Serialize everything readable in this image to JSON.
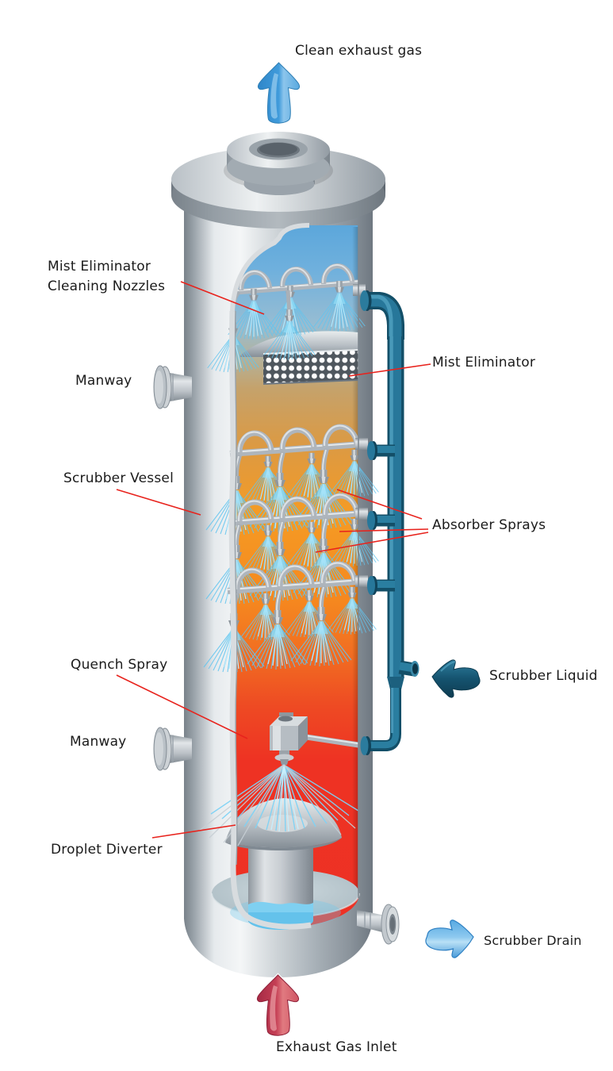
{
  "labels": {
    "clean_exhaust_gas": "Clean exhaust gas",
    "mist_eliminator_cleaning_nozzles_line1": "Mist Eliminator",
    "mist_eliminator_cleaning_nozzles_line2": "Cleaning Nozzles",
    "manway_upper": "Manway",
    "mist_eliminator": "Mist Eliminator",
    "scrubber_vessel": "Scrubber Vessel",
    "absorber_sprays": "Absorber Sprays",
    "quench_spray": "Quench Spray",
    "scrubber_liquid": "Scrubber Liquid",
    "manway_lower": "Manway",
    "droplet_diverter": "Droplet Diverter",
    "scrubber_drain": "Scrubber Drain",
    "exhaust_gas_inlet": "Exhaust Gas Inlet"
  },
  "flows": [
    {
      "name": "clean-exhaust-gas",
      "direction": "up",
      "color": "#409bdb"
    },
    {
      "name": "scrubber-liquid",
      "direction": "left",
      "color": "#15536f"
    },
    {
      "name": "scrubber-drain",
      "direction": "right",
      "color": "#8ec9ef"
    },
    {
      "name": "exhaust-gas-inlet",
      "direction": "up",
      "color": "#c43e54"
    }
  ],
  "colors": {
    "leader_line": "#e8231d",
    "label_text": "#1b1b1b",
    "pipe_teal": "#27779a",
    "hot_gas_red": "#ee3124",
    "absorber_orange": "#f5951f",
    "clean_gas_blue": "#5ca7db",
    "spray_blue": "#7dd2f4",
    "metal_light": "#f4f6f7",
    "metal_dark": "#6f7881"
  }
}
